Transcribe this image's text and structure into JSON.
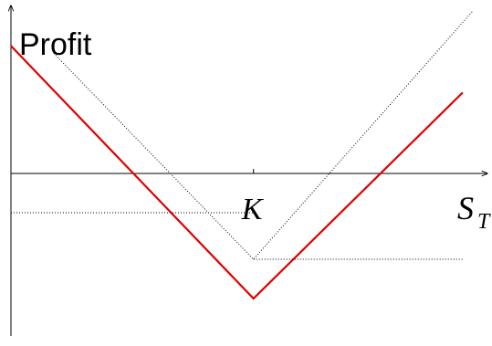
{
  "chart_data": {
    "type": "line",
    "title": "",
    "ylabel": "Profit",
    "xlabel_main": "S",
    "xlabel_sub": "T",
    "strike_label": "K",
    "xlim": [
      0,
      100
    ],
    "ylim": [
      -70,
      70
    ],
    "strike": 51,
    "grid": false,
    "legend": "none",
    "colors": {
      "axes": "#000000",
      "payoff": "#e00000",
      "components": "#000000"
    },
    "series": [
      {
        "style": "solid-red",
        "x": [
          0,
          51,
          95
        ],
        "y": [
          52,
          -51,
          33
        ]
      },
      {
        "style": "dotted-black",
        "x": [
          9,
          51,
          97
        ],
        "y": [
          49,
          -35,
          66
        ]
      },
      {
        "style": "dotted-black",
        "x": [
          51,
          95
        ],
        "y": [
          -35,
          -35
        ]
      },
      {
        "style": "dotted-black",
        "x": [
          0,
          51
        ],
        "y": [
          -16,
          -16
        ]
      }
    ]
  }
}
